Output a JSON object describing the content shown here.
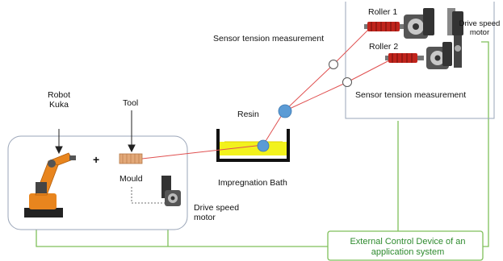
{
  "labels": {
    "robot_line1": "Robot",
    "robot_line2": "Kuka",
    "tool": "Tool",
    "plus": "+",
    "mould": "Mould",
    "drive_motor_bottom_line1": "Drive speed",
    "drive_motor_bottom_line2": "motor",
    "resin": "Resin",
    "impregnation_bath": "Impregnation Bath",
    "sensor_tension_top": "Sensor tension measurement",
    "sensor_tension_bottom": "Sensor tension measurement",
    "roller1": "Roller 1",
    "roller2": "Roller 2",
    "drive_motor_top_line1": "Drive speed",
    "drive_motor_top_line2": "motor",
    "control_line1": "External Control Device of an",
    "control_line2": "application system"
  },
  "colors": {
    "fiber": "#e05050",
    "control_wire": "#7fbf5a",
    "control_text": "#2e8a2e",
    "box_border": "#9aa5b8",
    "resin_fill": "#f2f21c",
    "ball": "#5b9bd5",
    "robot_orange": "#e8851e",
    "roller_red": "#c0241c"
  }
}
